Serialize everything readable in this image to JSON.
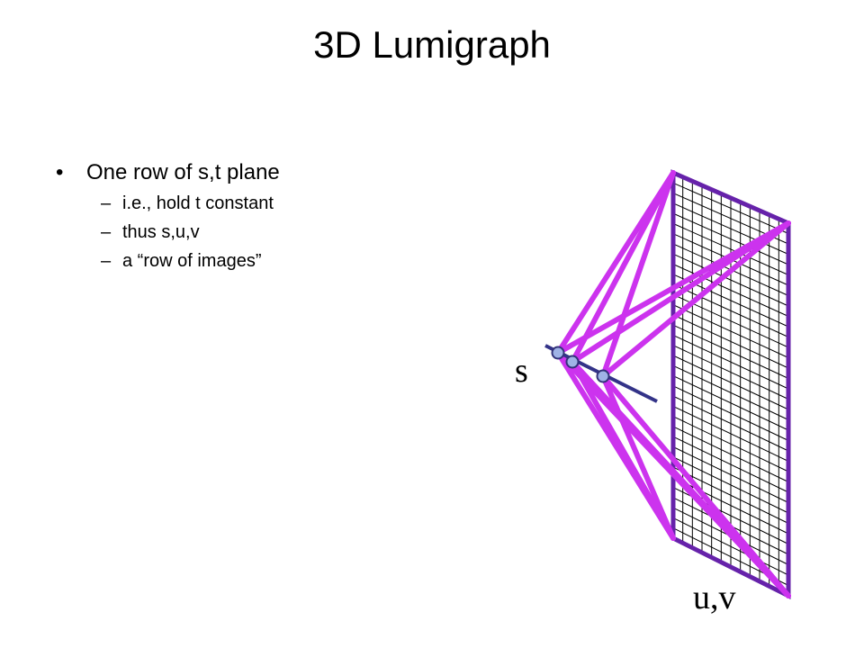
{
  "slide": {
    "title": "3D Lumigraph"
  },
  "bullets": {
    "main": {
      "glyph": "•",
      "text": "One row of s,t plane"
    },
    "sub_glyph": "–",
    "sub_items": [
      "i.e., hold t constant",
      "thus s,u,v",
      "a “row of images”"
    ]
  },
  "diagram": {
    "s_label": "s",
    "uv_label": "u,v",
    "colors": {
      "ray": "#cc33ee",
      "plane_border": "#6622aa",
      "grid": "#000000",
      "s_line": "#333388",
      "camera_fill": "#9fb3e6",
      "camera_stroke": "#33337a"
    }
  }
}
